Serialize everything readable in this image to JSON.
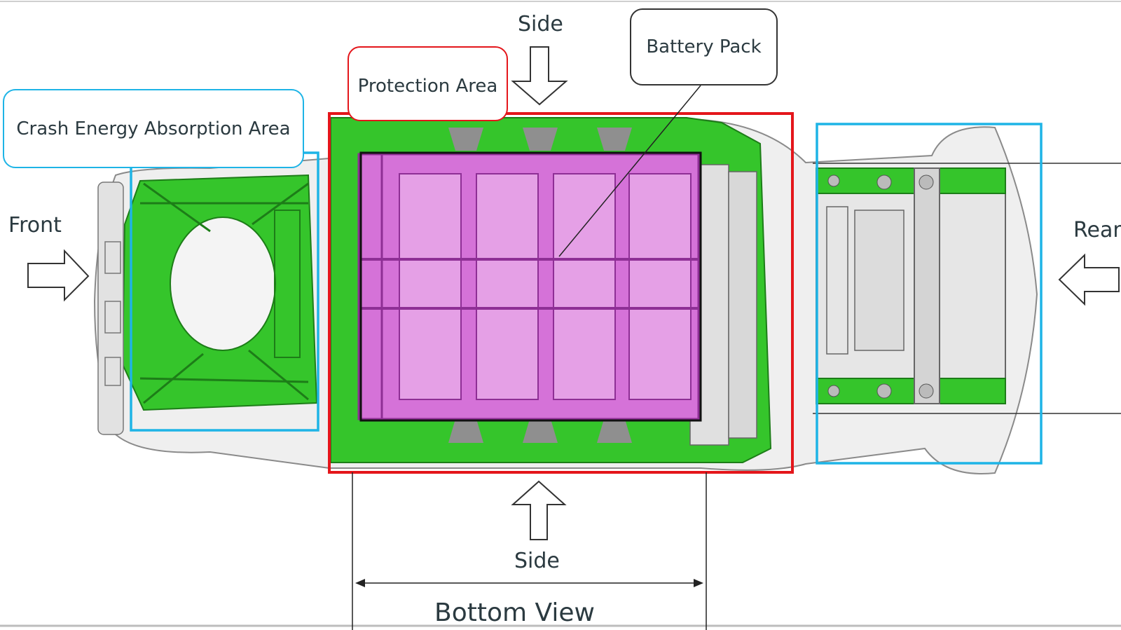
{
  "labels": {
    "side_top": "Side",
    "side_bottom": "Side",
    "front": "Front",
    "rear": "Rear",
    "bottom_view": "Bottom View"
  },
  "callouts": {
    "protection_area": "Protection Area",
    "battery_pack": "Battery Pack",
    "crash_energy": "Crash Energy Absorption Area"
  },
  "colors": {
    "protection_frame": "#e4161b",
    "crash_frame": "#1eb4e6",
    "battery_fill": "#d572d8",
    "structure_green": "#35c52b",
    "outline": "#111111"
  }
}
